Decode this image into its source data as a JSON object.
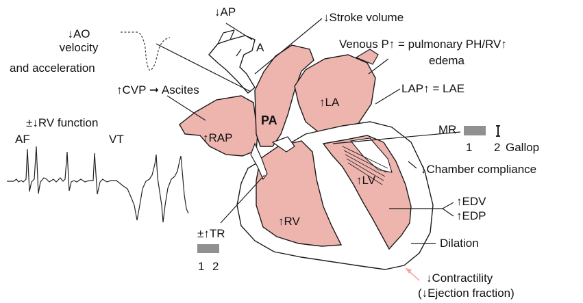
{
  "colors": {
    "chamber_fill": "#eeb4ae",
    "outline": "#1a1a1a",
    "muscle_fill": "#ffffff",
    "contractility_arrow": "#f2a6a6"
  },
  "labels": {
    "ap": "AP",
    "stroke_volume": "Stroke volume",
    "a": "A",
    "ao_line1": "AO",
    "ao_line2": "velocity",
    "ao_line3": "and acceleration",
    "venous_line1_a": "Venous P",
    "venous_line1_b": " = pulmonary PH/RV",
    "venous_line2": "edema",
    "cvp": "CVP",
    "ascites": "Ascites",
    "lap_a": "LAP",
    "lap_b": " = LAE",
    "la": "LA",
    "rv_function_pm": "±",
    "rv_function": "RV function",
    "af": "AF",
    "vt": "VT",
    "pa": "PA",
    "rap": "RAP",
    "mr": "MR",
    "mr_1": "1",
    "mr_2": "2",
    "gallop": "Gallop",
    "chamber_compliance": "Chamber compliance",
    "lv": "LV",
    "edv": "EDV",
    "edp": "EDP",
    "rv": "RV",
    "tr_pm": "±",
    "tr": "TR",
    "tr_1": "1",
    "tr_2": "2",
    "dilation": "Dilation",
    "contractility": "Contractility",
    "ejection_open": "(",
    "ejection_fraction": "Ejection fraction)"
  }
}
